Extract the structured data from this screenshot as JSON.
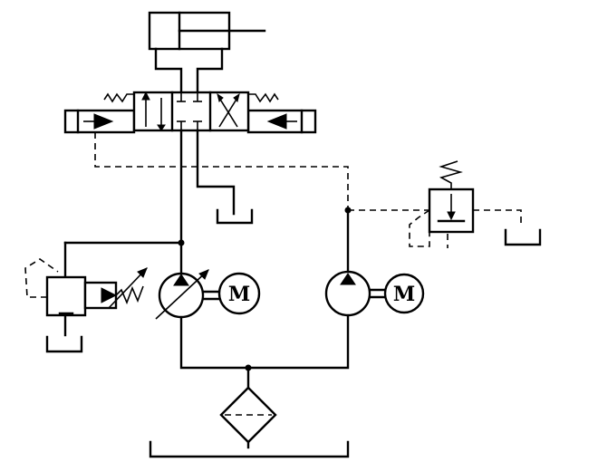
{
  "diagram": {
    "type": "hydraulic-circuit",
    "motor_labels": [
      "M",
      "M"
    ]
  }
}
